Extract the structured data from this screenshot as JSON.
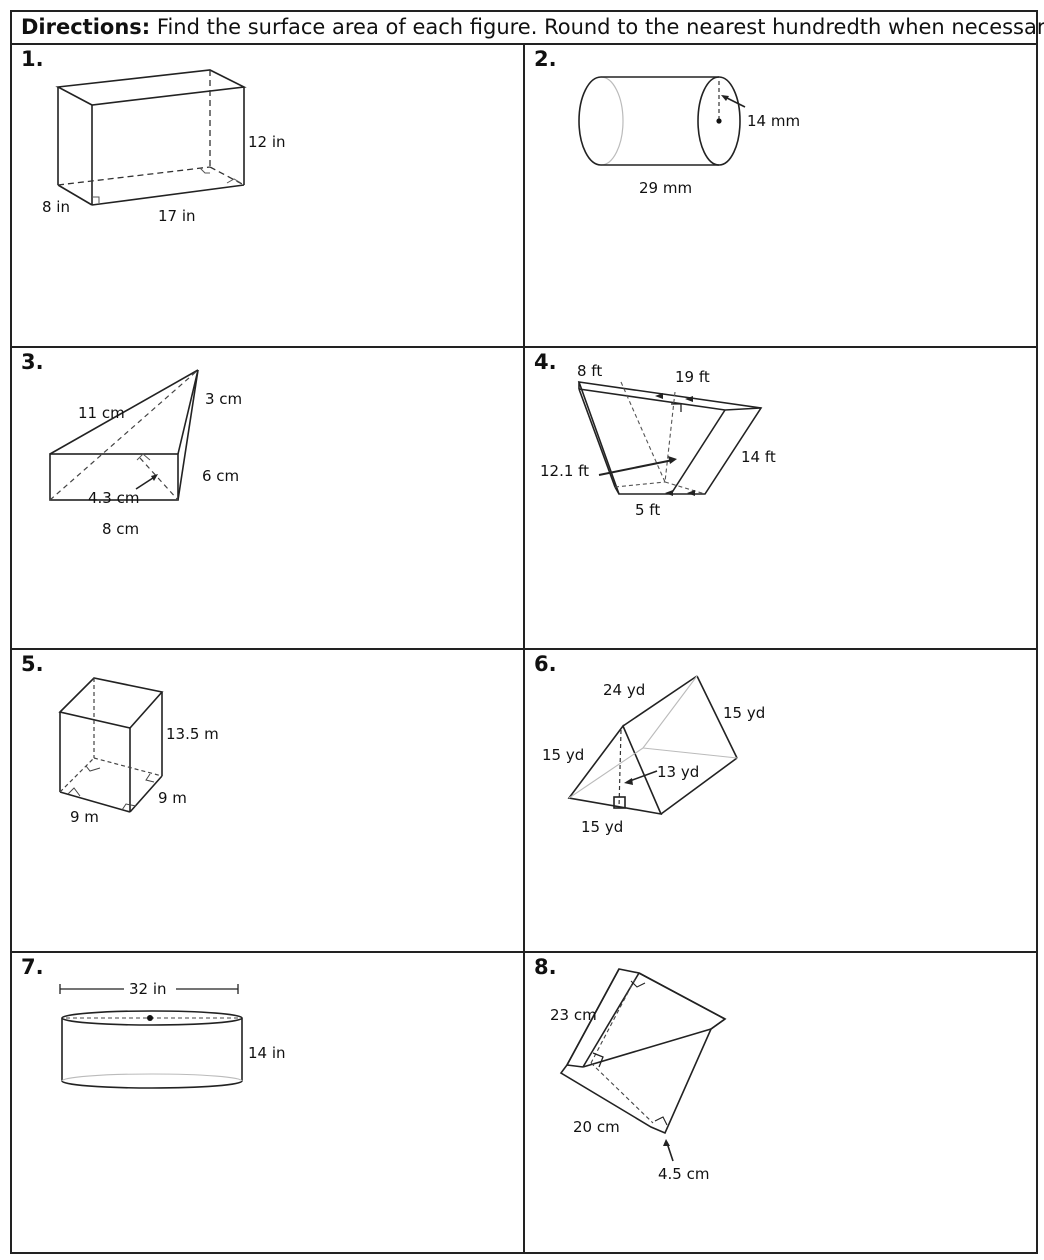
{
  "directions": {
    "label": "Directions:",
    "text": "Find the surface area of each figure.  Round to the nearest hundredth when necessary."
  },
  "problems": [
    {
      "number": "1.",
      "figure": "rectangular-prism",
      "labels": [
        "12 in",
        "8 in",
        "17 in"
      ]
    },
    {
      "number": "2.",
      "figure": "cylinder",
      "labels": [
        "14 mm",
        "29 mm"
      ]
    },
    {
      "number": "3.",
      "figure": "triangular-prism",
      "labels": [
        "11 cm",
        "3 cm",
        "6 cm",
        "4.3 cm",
        "8 cm"
      ]
    },
    {
      "number": "4.",
      "figure": "trapezoidal-prism",
      "labels": [
        "8 ft",
        "19 ft",
        "12.1 ft",
        "14 ft",
        "5 ft"
      ]
    },
    {
      "number": "5.",
      "figure": "square-prism",
      "labels": [
        "13.5 m",
        "9 m",
        "9 m"
      ]
    },
    {
      "number": "6.",
      "figure": "triangular-prism",
      "labels": [
        "24 yd",
        "15 yd",
        "15 yd",
        "13 yd",
        "15 yd"
      ]
    },
    {
      "number": "7.",
      "figure": "cylinder",
      "labels": [
        "32 in",
        "14 in"
      ]
    },
    {
      "number": "8.",
      "figure": "rectangular-prism",
      "labels": [
        "23 cm",
        "20 cm",
        "4.5 cm"
      ]
    }
  ]
}
